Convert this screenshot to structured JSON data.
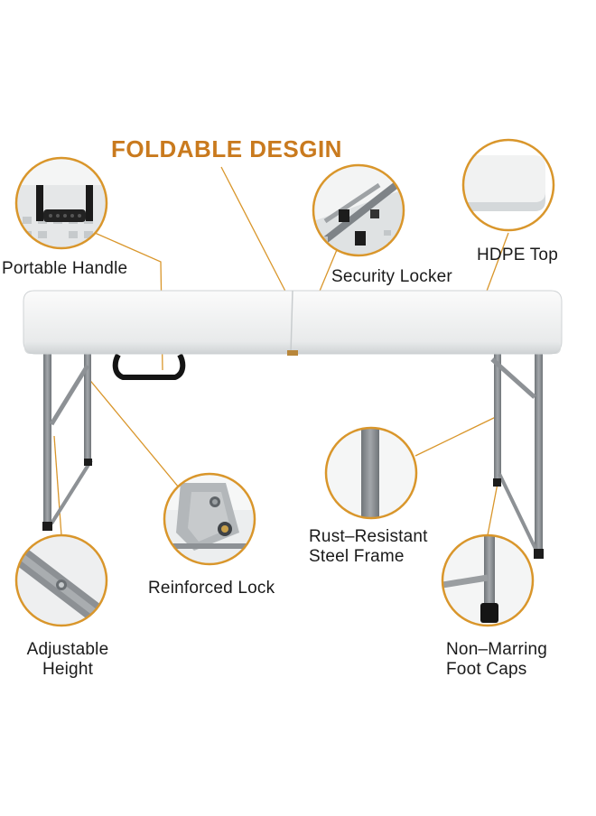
{
  "title": "FOLDABLE DESGIN",
  "accent_color": "#d9962b",
  "title_color": "#c97a1e",
  "table_top_color": "#f2f3f3",
  "frame_color": "#8d9195",
  "labels": {
    "portable_handle": "Portable Handle",
    "security_locker": "Security Locker",
    "hdpe_top": "HDPE Top",
    "rust_resistant_1": "Rust–Resistant",
    "rust_resistant_2": "Steel Frame",
    "reinforced_lock": "Reinforced Lock",
    "adjustable_1": "Adjustable",
    "adjustable_2": "Height",
    "foot_caps_1": "Non–Marring",
    "foot_caps_2": "Foot Caps"
  }
}
